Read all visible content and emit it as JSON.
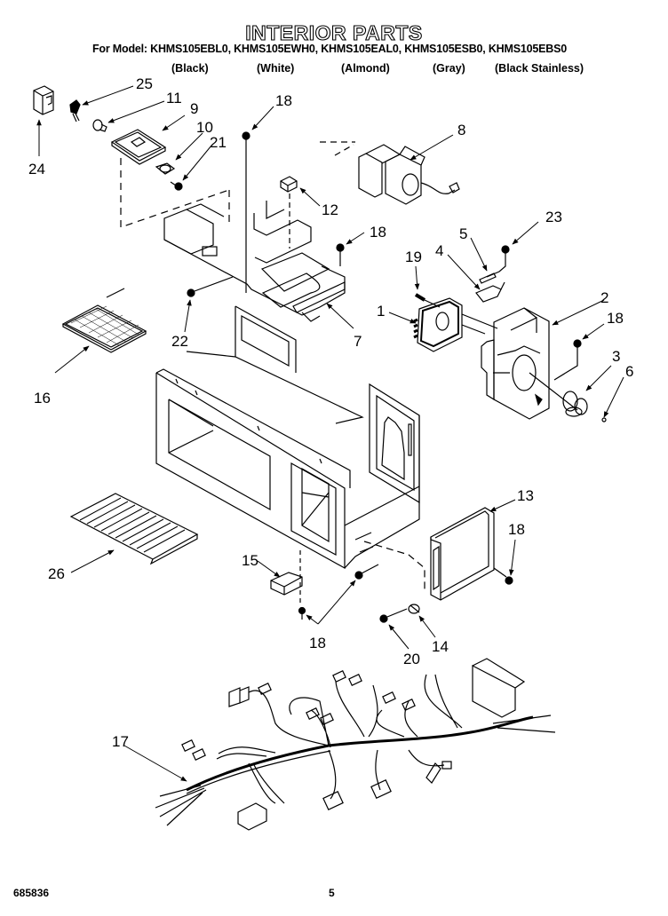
{
  "header": {
    "title": "INTERIOR PARTS",
    "models_line": "For Model: KHMS105EBL0, KHMS105EWH0, KHMS105EAL0, KHMS105ESB0, KHMS105EBS0",
    "colors": [
      "(Black)",
      "(White)",
      "(Almond)",
      "(Gray)",
      "(Black Stainless)"
    ]
  },
  "callouts": {
    "c25": "25",
    "c11": "11",
    "c9": "9",
    "c10": "10",
    "c21": "21",
    "c24": "24",
    "c18a": "18",
    "c8": "8",
    "c12": "12",
    "c18b": "18",
    "c23": "23",
    "c5": "5",
    "c4": "4",
    "c19": "19",
    "c1": "1",
    "c2": "2",
    "c18c": "18",
    "c3": "3",
    "c6": "6",
    "c22": "22",
    "c7": "7",
    "c16": "16",
    "c13": "13",
    "c18d": "18",
    "c26": "26",
    "c15": "15",
    "c14": "14",
    "c18e": "18",
    "c20": "20",
    "c17": "17"
  },
  "footer": {
    "doc_number": "685836",
    "page_number": "5"
  }
}
